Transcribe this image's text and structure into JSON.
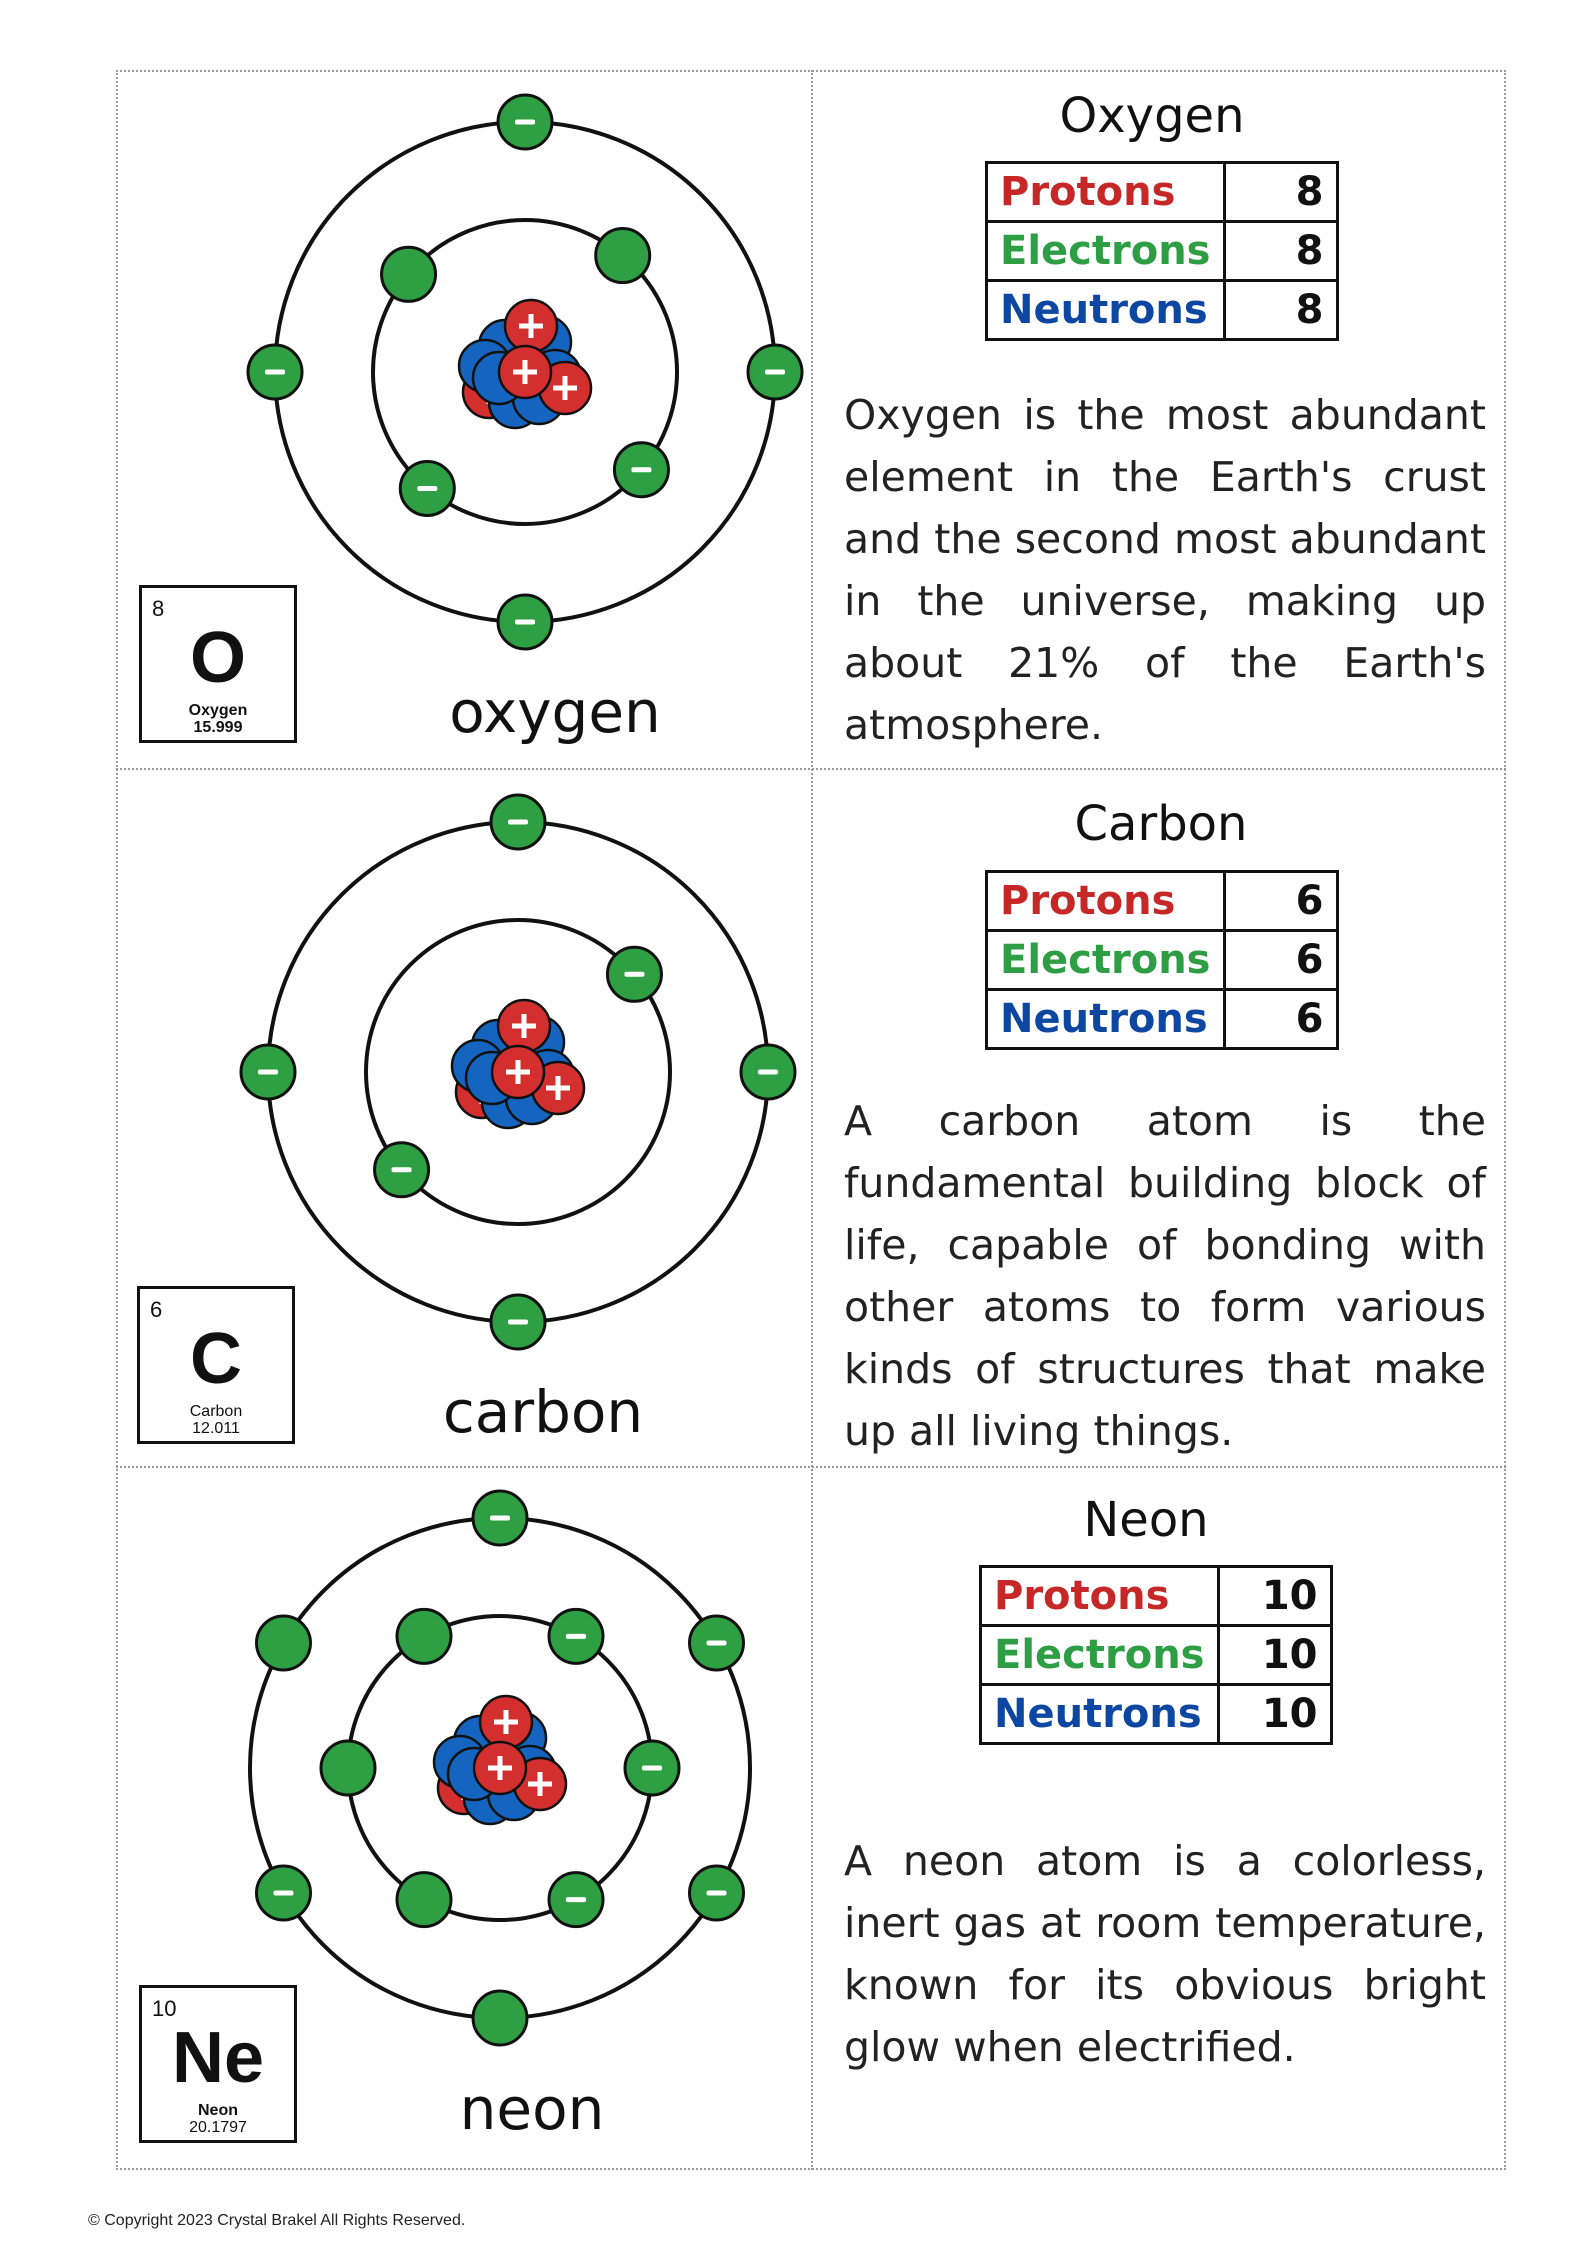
{
  "colors": {
    "protons": "#c62828",
    "electrons": "#2e9e44",
    "neutrons": "#0d47a1",
    "proton_fill": "#d32f2f",
    "neutron_fill": "#1565c0",
    "electron_fill": "#2ea043"
  },
  "labels": {
    "protons": "Protons",
    "electrons": "Electrons",
    "neutrons": "Neutrons"
  },
  "elements": [
    {
      "title": "Oxygen",
      "name_label": "oxygen",
      "tile": {
        "number": "8",
        "symbol": "O",
        "name": "Oxygen",
        "mass": "15.999"
      },
      "counts": {
        "protons": "8",
        "electrons": "8",
        "neutrons": "8"
      },
      "description": "Oxygen is the most abundant element in the Earth's crust and the second most abundant in the universe, making up about 21% of the Earth's atmosphere."
    },
    {
      "title": "Carbon",
      "name_label": "carbon",
      "tile": {
        "number": "6",
        "symbol": "C",
        "name": "Carbon",
        "mass": "12.011"
      },
      "counts": {
        "protons": "6",
        "electrons": "6",
        "neutrons": "6"
      },
      "description": "A carbon atom is the fundamental building block of life, capable of bonding with other atoms to form various kinds of structures that make up all living things."
    },
    {
      "title": "Neon",
      "name_label": "neon",
      "tile": {
        "number": "10",
        "symbol": "Ne",
        "name": "Neon",
        "mass": "20.1797"
      },
      "counts": {
        "protons": "10",
        "electrons": "10",
        "neutrons": "10"
      },
      "description": "A neon atom is a colorless, inert gas at room temperature, known for its obvious bright glow when electrified."
    }
  ],
  "footer": {
    "copyright": "© Copyright 2023 Crystal Brakel All Rights Reserved."
  }
}
